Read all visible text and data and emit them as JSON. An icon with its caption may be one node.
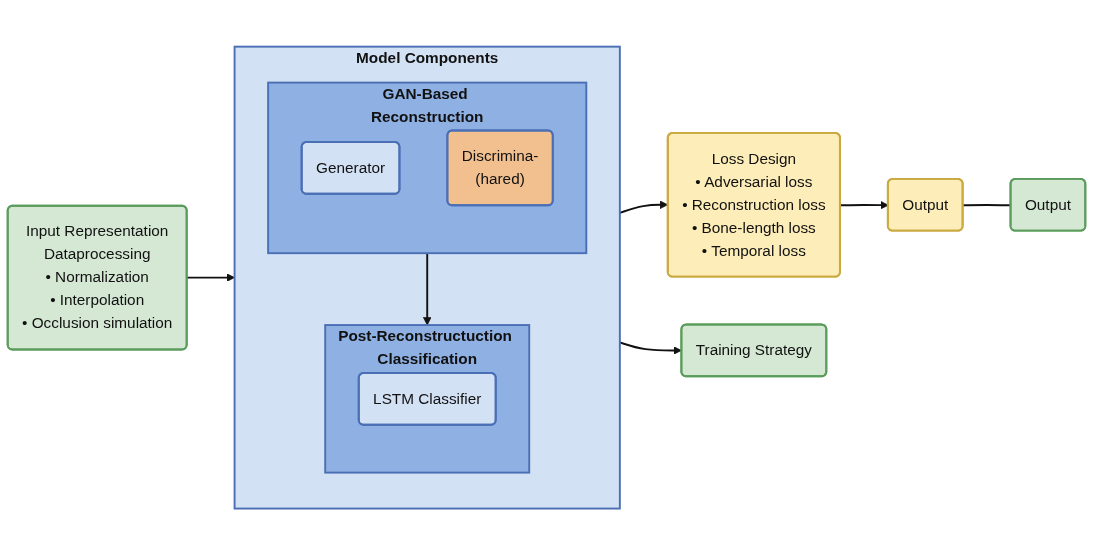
{
  "diagram": {
    "nodes": [
      {
        "text": [
          "Input Representation",
          "Dataprocessing",
          "• Normalization",
          "• Interpolation",
          "• Occlusion simulation"
        ]
      },
      {
        "text": [
          "Model Components"
        ]
      },
      {
        "text": [
          "GAN-Based Reconstruction"
        ],
        "in": 1
      },
      {
        "text": [
          "Generator"
        ],
        "in": 2
      },
      {
        "text": [
          "Discrimina-",
          "(hared)"
        ],
        "in": 2
      },
      {
        "text": [
          "Post-Reconstructuction Classification"
        ],
        "in": 1
      },
      {
        "text": [
          "LSTM Classifier"
        ],
        "in": 5
      },
      {
        "text": [
          "Loss Design",
          "• Adversarial loss",
          "• Reconstruction loss",
          "• Bone-length loss",
          "• Temporal loss"
        ]
      },
      {
        "text": [
          "Output"
        ]
      },
      {
        "text": [
          "Training Strategy"
        ]
      },
      {
        "text": [
          "Output"
        ]
      }
    ],
    "edges": [
      {
        "from": 0,
        "to": 1,
        "arrow": "to"
      },
      {
        "from": 1,
        "to": 7,
        "arrow": "to"
      },
      {
        "from": 2,
        "to": 5,
        "arrow": "to"
      },
      {
        "from": 1,
        "to": 9,
        "arrow": "to"
      },
      {
        "from": 7,
        "to": 8,
        "arrow": "to"
      },
      {
        "from": 8,
        "to": 10,
        "arrow": "none"
      }
    ]
  }
}
